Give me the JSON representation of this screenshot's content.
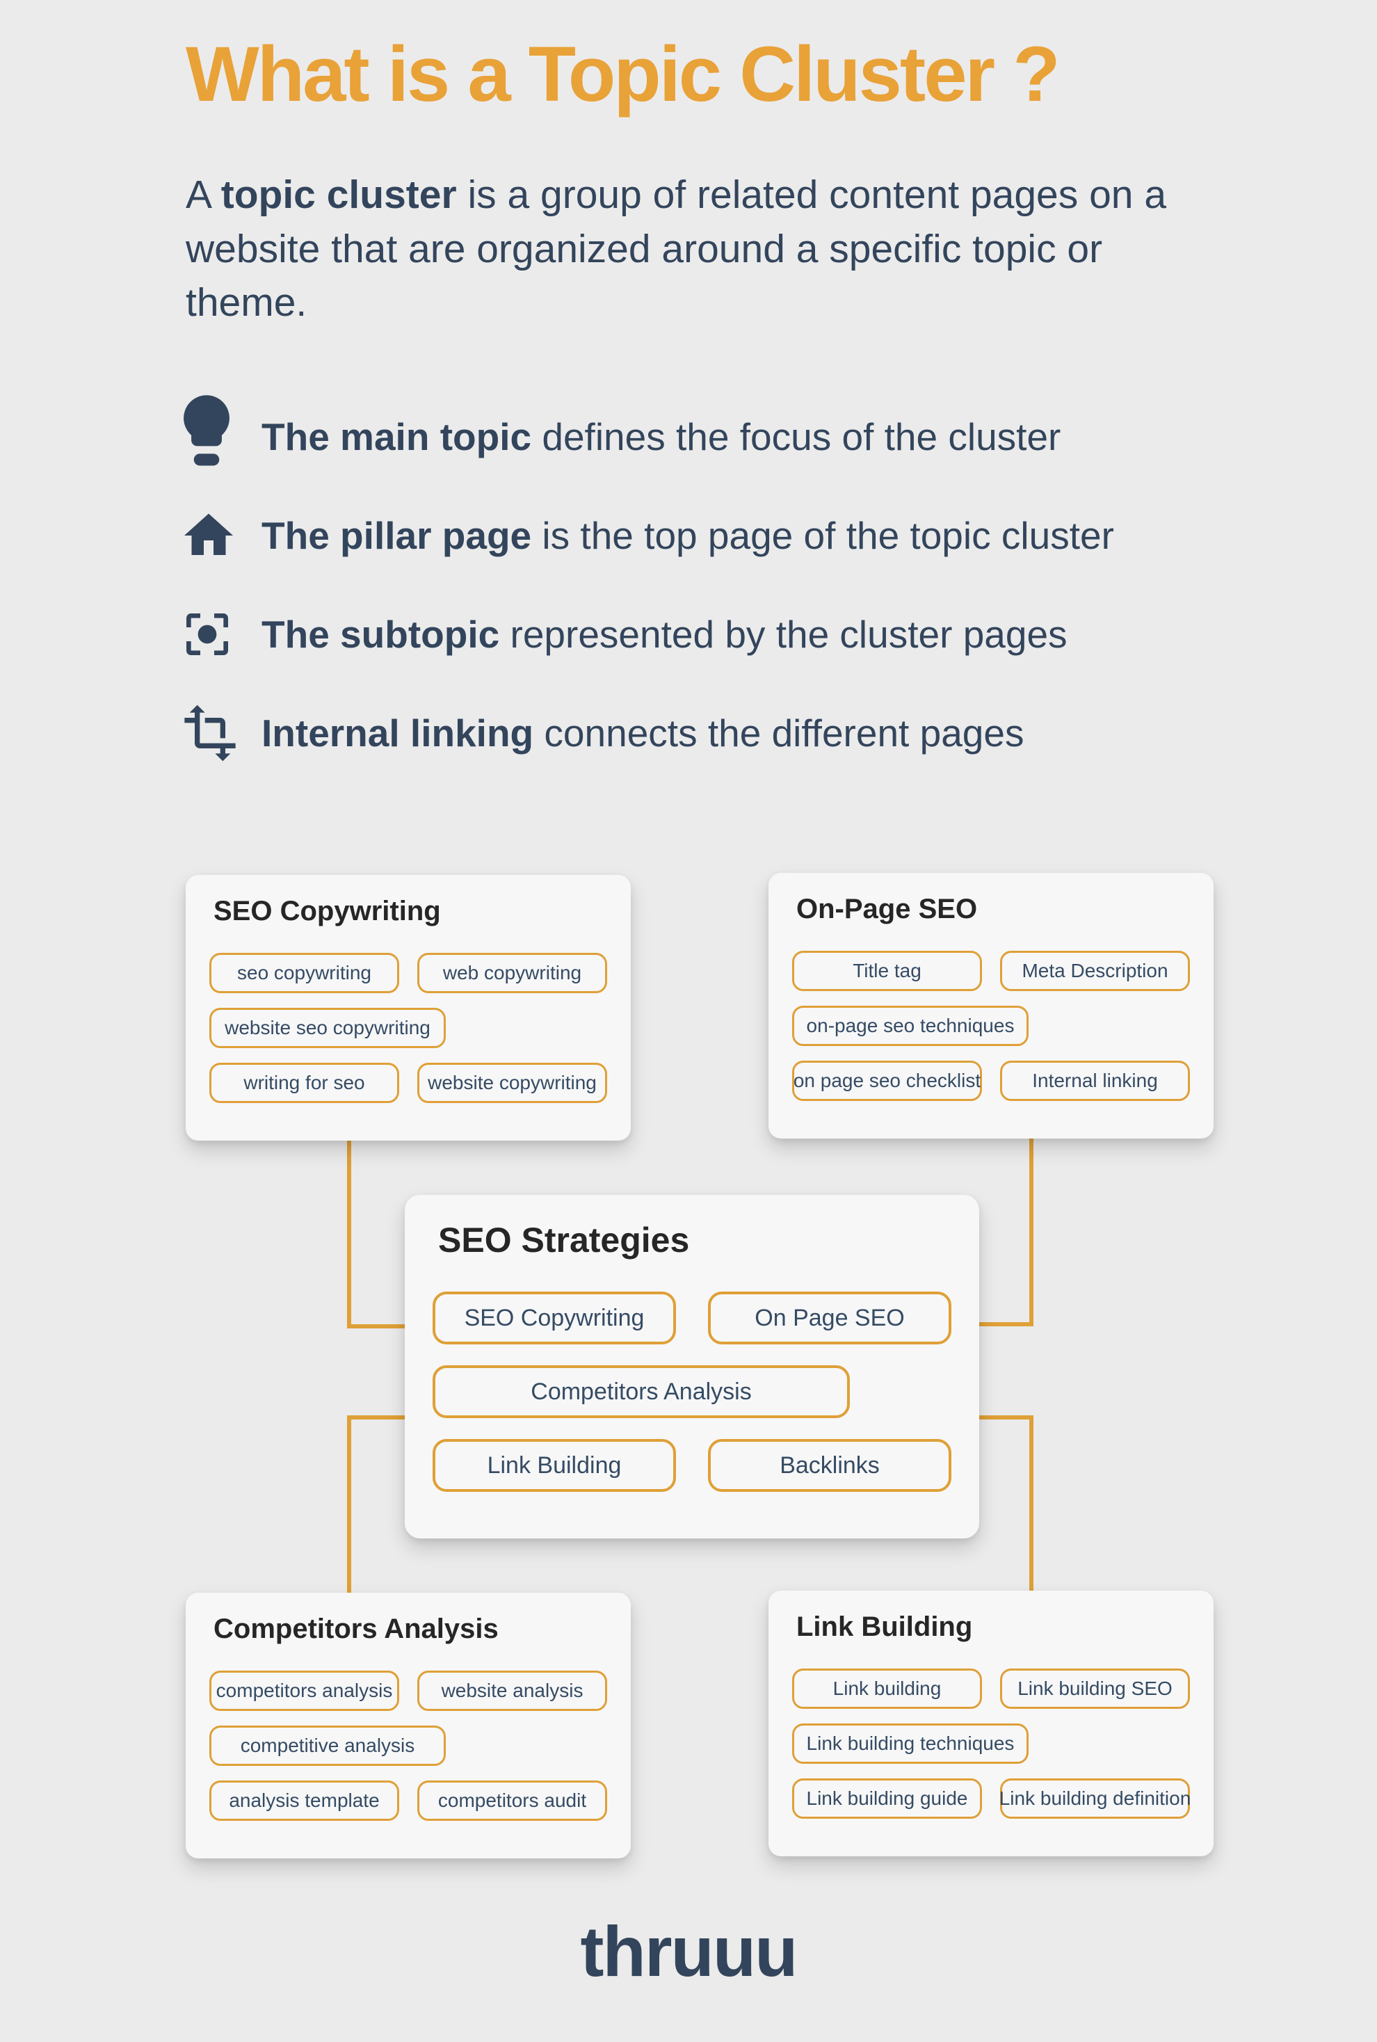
{
  "colors": {
    "accent": "#DFA037",
    "title_orange": "#E8A238",
    "dark_slate": "#33455C",
    "box_title_color": "#262626",
    "background": "#EBEBEB",
    "card_background": "#F7F7F8"
  },
  "header": {
    "title": "What is a Topic Cluster ?",
    "intro_prefix": "A ",
    "intro_bold": "topic cluster",
    "intro_rest": " is a group of related content pages on a website that are organized around a specific topic or theme."
  },
  "bullets": [
    {
      "icon": "lightbulb-icon",
      "bold": "The main topic",
      "rest": " defines the focus of the cluster"
    },
    {
      "icon": "home-icon",
      "bold": "The pillar page",
      "rest": " is the top page of the topic cluster"
    },
    {
      "icon": "subtopic-icon",
      "bold": "The subtopic",
      "rest": " represented by the cluster pages"
    },
    {
      "icon": "internal-linking-icon",
      "bold": "Internal linking",
      "rest": " connects the different pages"
    }
  ],
  "diagram": {
    "center": {
      "title": "SEO Strategies",
      "pills": [
        [
          "SEO Copywriting",
          "On Page SEO"
        ],
        [
          "Competitors Analysis"
        ],
        [
          "Link Building",
          "Backlinks"
        ]
      ]
    },
    "clusters": [
      {
        "id": "seo-copywriting",
        "title": "SEO Copywriting",
        "pills": [
          [
            "seo copywriting",
            "web copywriting"
          ],
          [
            "website seo copywriting"
          ],
          [
            "writing for seo",
            "website copywriting"
          ]
        ]
      },
      {
        "id": "on-page-seo",
        "title": "On-Page SEO",
        "pills": [
          [
            "Title tag",
            "Meta Description"
          ],
          [
            "on-page seo techniques"
          ],
          [
            "on page seo checklist",
            "Internal linking"
          ]
        ]
      },
      {
        "id": "competitors-analysis",
        "title": "Competitors Analysis",
        "pills": [
          [
            "competitors analysis",
            "website analysis"
          ],
          [
            "competitive analysis"
          ],
          [
            "analysis template",
            "competitors audit"
          ]
        ]
      },
      {
        "id": "link-building",
        "title": "Link Building",
        "pills": [
          [
            "Link building",
            "Link building SEO"
          ],
          [
            "Link building techniques"
          ],
          [
            "Link building guide",
            "Link building definition"
          ]
        ]
      }
    ]
  },
  "footer": {
    "logo": "thruuu"
  }
}
